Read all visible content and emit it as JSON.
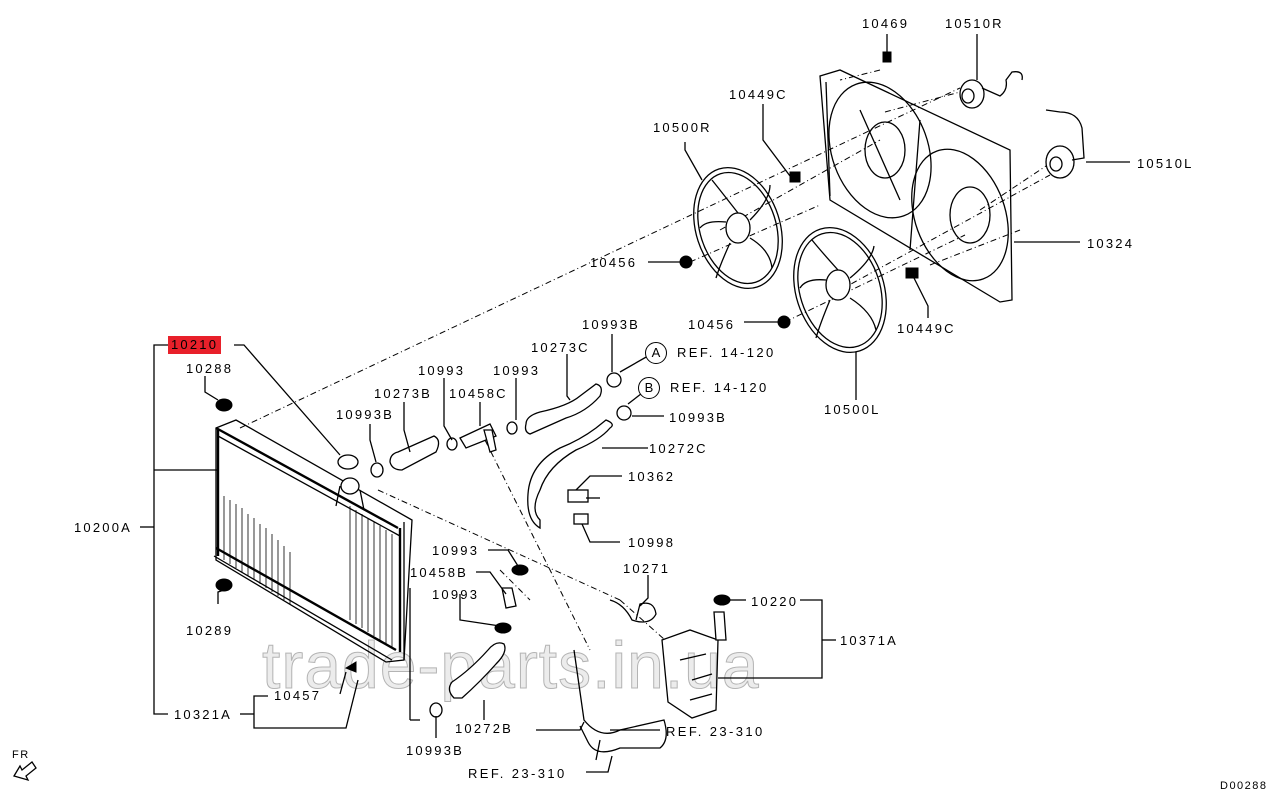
{
  "diagram": {
    "title_code": "D00288",
    "orientation_label": "FR",
    "watermark": "trade-parts.in.ua",
    "highlight_color": "#e8202a",
    "highlighted_part": "10210"
  },
  "parts": {
    "p10469": "10469",
    "p10510R": "10510R",
    "p10449C_top": "10449C",
    "p10500R": "10500R",
    "p10510L": "10510L",
    "p10324": "10324",
    "p10456_a": "10456",
    "p10456_b": "10456",
    "p10449C_bot": "10449C",
    "p10500L": "10500L",
    "p10210": "10210",
    "p10288": "10288",
    "p10993B_a": "10993B",
    "p10273C": "10273C",
    "p10993_a": "10993",
    "p10993_b": "10993",
    "p10273B": "10273B",
    "p10458C": "10458C",
    "p10993B_b": "10993B",
    "p10993B_c": "10993B",
    "p10272C": "10272C",
    "p10362": "10362",
    "p10998": "10998",
    "p10200A": "10200A",
    "p10993_c": "10993",
    "p10458B": "10458B",
    "p10993_d": "10993",
    "p10271": "10271",
    "p10220": "10220",
    "p10371A": "10371A",
    "p10289": "10289",
    "p10457": "10457",
    "p10321A": "10321A",
    "p10272B": "10272B",
    "p10993B_d": "10993B"
  },
  "references": {
    "circle_a": "A",
    "circle_b": "B",
    "ref_a": "REF. 14-120",
    "ref_b": "REF. 14-120",
    "ref_c": "REF. 23-310",
    "ref_d": "REF. 23-310"
  }
}
